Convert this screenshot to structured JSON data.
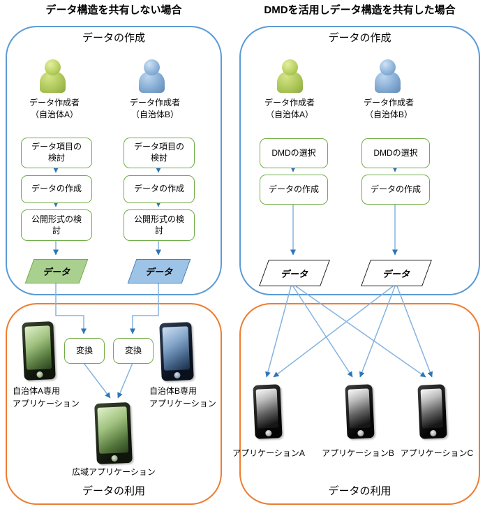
{
  "titles": {
    "left": "データ構造を共有しない場合",
    "right": "DMDを活用しデータ構造を共有した場合"
  },
  "sections": {
    "create": "データの作成",
    "use": "データの利用"
  },
  "common": {
    "data": "データ",
    "creator_a": "データ作成者\n（自治体A）",
    "creator_b": "データ作成者\n（自治体B）"
  },
  "left": {
    "steps": [
      "データ項目の\n検討",
      "データの作成",
      "公開形式の検\n討"
    ],
    "convert": "変換",
    "app_a": "自治体A専用\nアプリケーション",
    "app_b": "自治体B専用\nアプリケーション",
    "app_wide": "広域アプリケーション"
  },
  "right": {
    "steps": [
      "DMDの選択",
      "データの作成"
    ],
    "apps": [
      "アプリケーションA",
      "アプリケーションB",
      "アプリケーションC"
    ]
  },
  "colors": {
    "container_blue": "#5B9BD5",
    "container_orange": "#ED7D31",
    "step_green_border": "#70AD47",
    "data_green_fill": "#A9D08E",
    "data_blue_fill": "#9DC3E6",
    "arrow_stem": "#85B3DF",
    "arrow_head": "#2E75B6"
  }
}
